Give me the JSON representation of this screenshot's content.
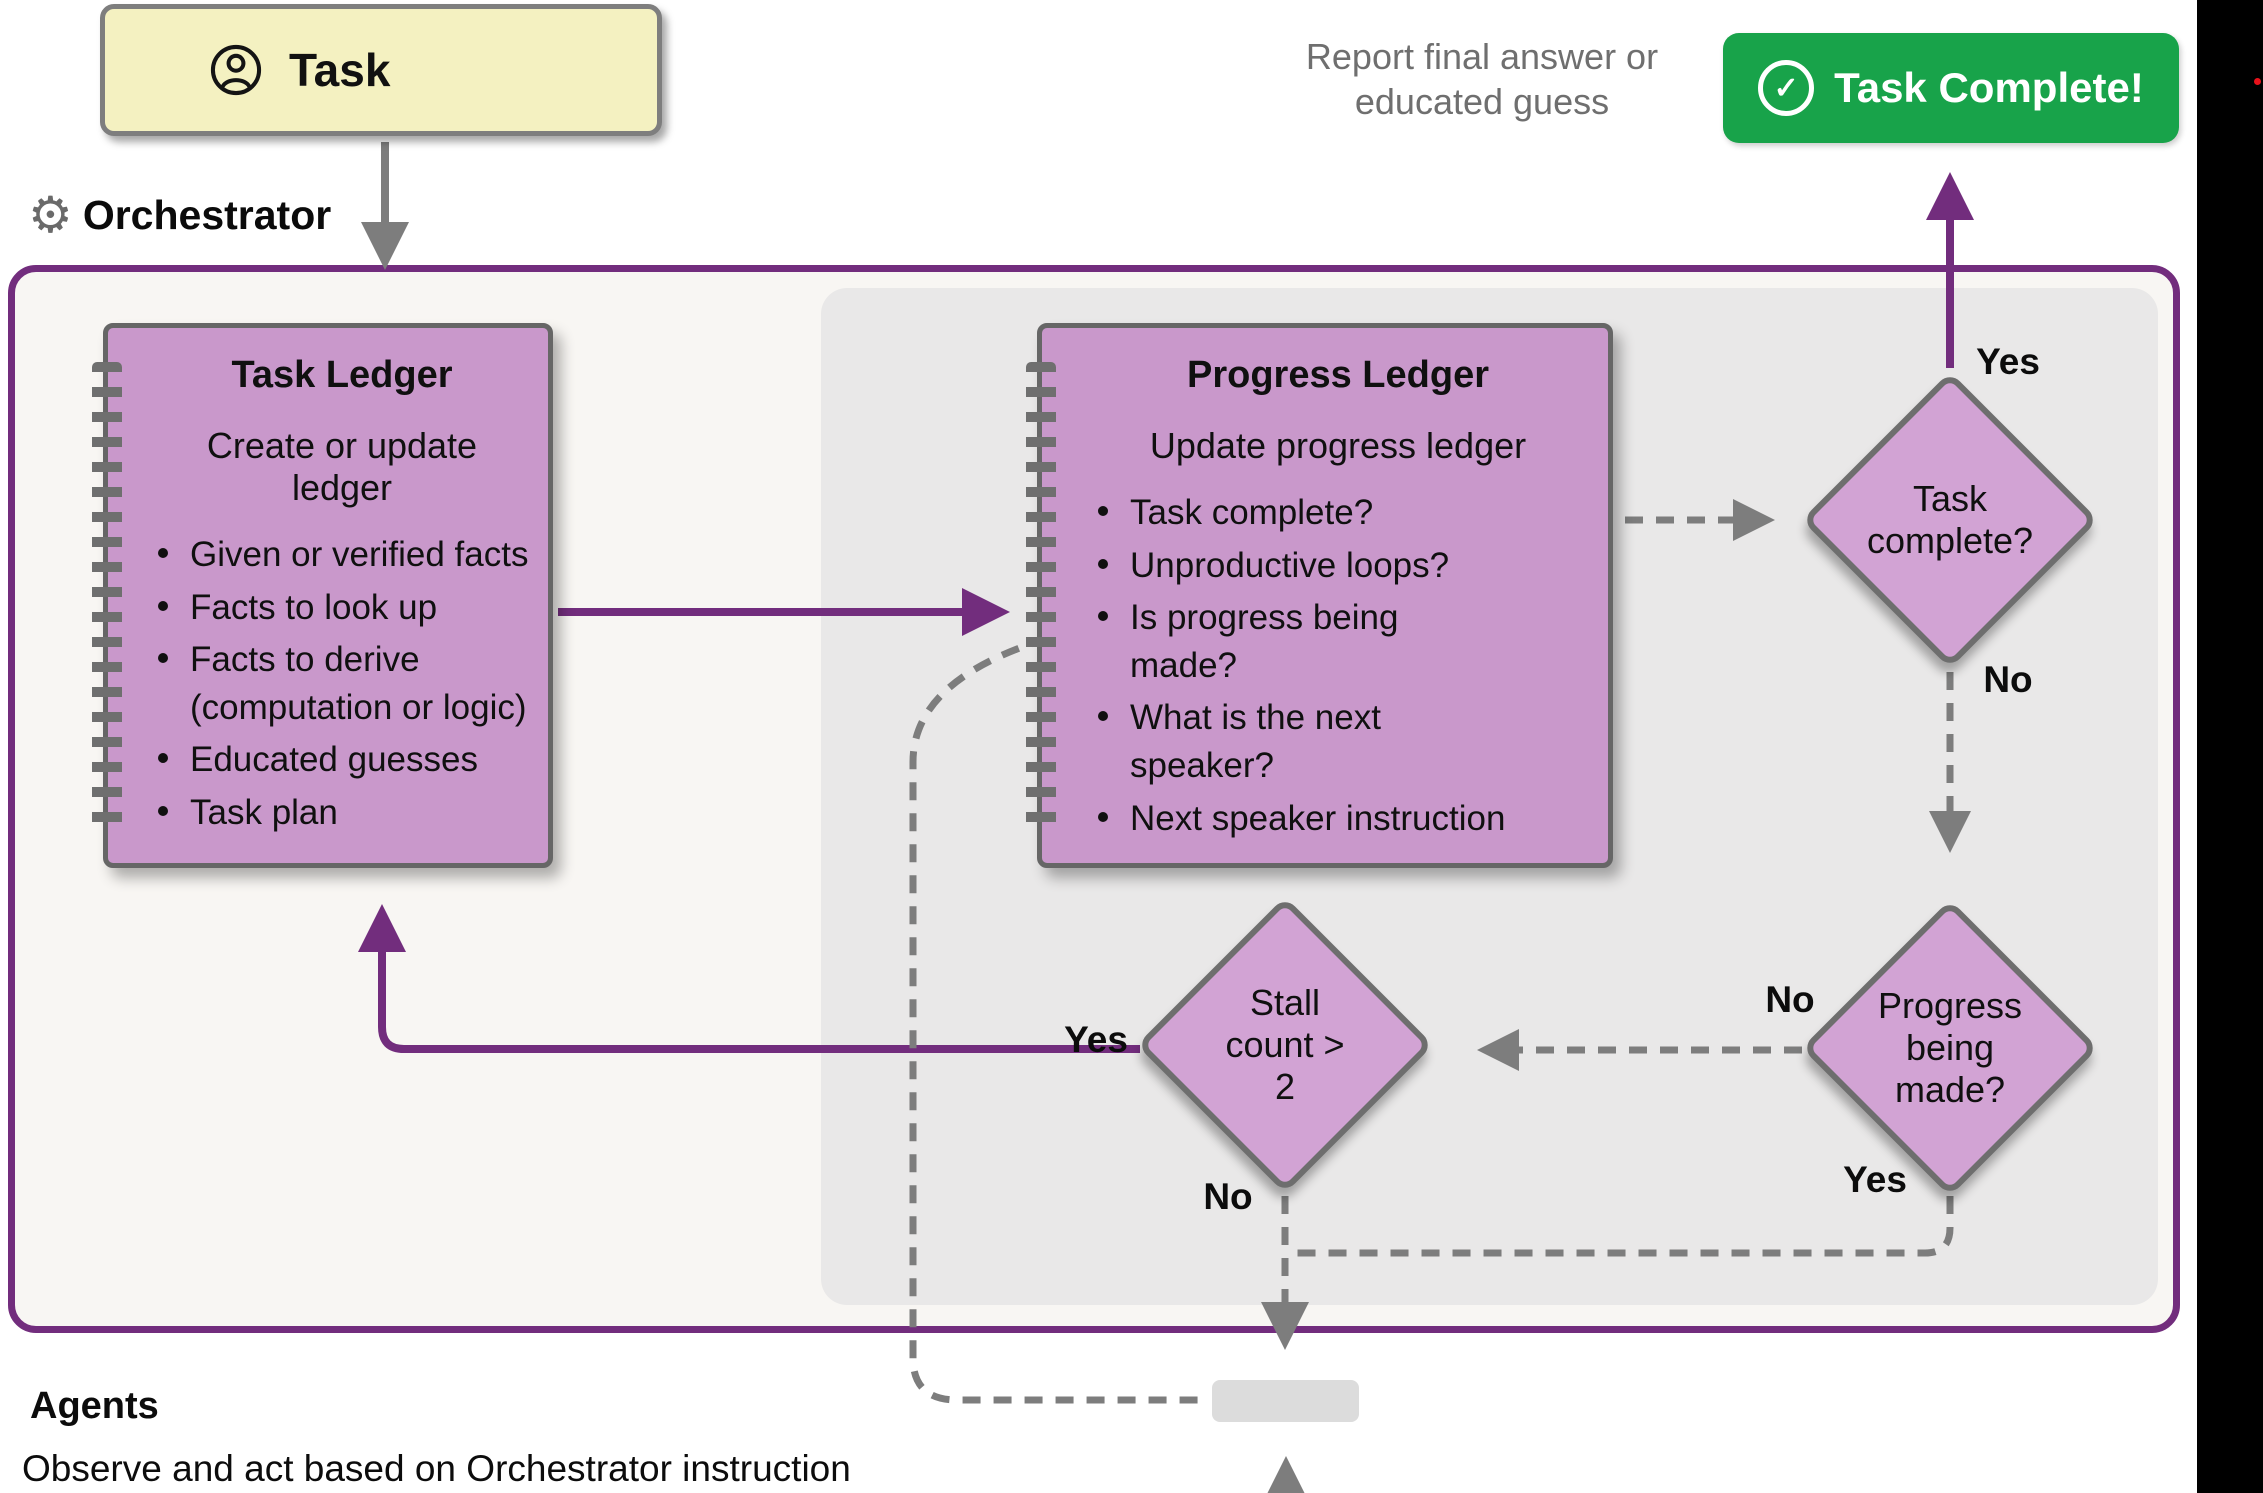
{
  "task_box": {
    "label": "Task"
  },
  "orchestrator": {
    "label": "Orchestrator"
  },
  "task_ledger": {
    "title": "Task Ledger",
    "subtitle": "Create or update ledger",
    "items": [
      "Given or verified facts",
      "Facts to look up",
      "Facts to derive\n(computation or logic)",
      "Educated guesses",
      "Task plan"
    ]
  },
  "progress_ledger": {
    "title": "Progress Ledger",
    "subtitle": "Update progress ledger",
    "items": [
      "Task complete?",
      "Unproductive loops?",
      "Is progress being\nmade?",
      "What is the next\nspeaker?",
      "Next speaker instruction"
    ]
  },
  "decisions": {
    "task_complete": "Task\ncomplete?",
    "progress_being_made": "Progress\nbeing\nmade?",
    "stall_count": "Stall\ncount >\n2"
  },
  "branch_labels": {
    "task_complete_yes": "Yes",
    "task_complete_no": "No",
    "progress_no": "No",
    "progress_yes": "Yes",
    "stall_yes": "Yes",
    "stall_no": "No"
  },
  "report_note": "Report final answer or\neducated guess",
  "complete_button": {
    "label": "Task Complete!"
  },
  "agents": {
    "title": "Agents",
    "subtitle": "Observe and act based on Orchestrator instruction"
  },
  "colors": {
    "accent_purple": "#722d7d",
    "ledger_fill": "#c998cb",
    "diamond_fill": "#d2a3d4",
    "button_green": "#18a34a",
    "task_fill": "#f4f1c1",
    "connector_gray": "#7d7d7d",
    "panel_gray": "#e9e8e8"
  }
}
